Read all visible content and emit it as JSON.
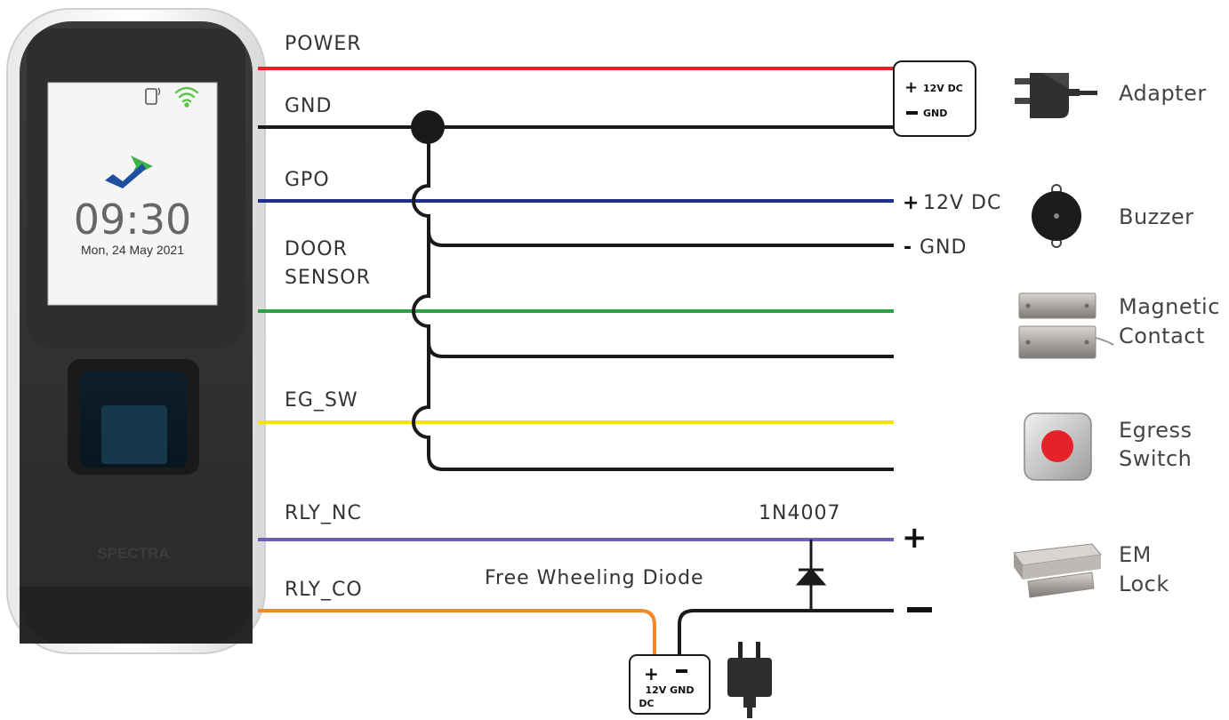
{
  "device": {
    "clock": "09:30",
    "date": "Mon, 24 May 2021",
    "brand": "SPECTRA"
  },
  "wires": {
    "power": "POWER",
    "gnd": "GND",
    "gpo": "GPO",
    "door_sensor_1": "DOOR",
    "door_sensor_2": "SENSOR",
    "eg_sw": "EG_SW",
    "rly_nc": "RLY_NC",
    "rly_co": "RLY_CO"
  },
  "adapter_terminal": {
    "plus_label": "12V DC",
    "minus_label": "GND"
  },
  "buzzer_terminal": {
    "plus_label": "12V DC",
    "minus_label": "GND"
  },
  "diode": {
    "part": "1N4007",
    "description": "Free Wheeling Diode"
  },
  "supply_box": {
    "polarity": "+ -",
    "line1": "12V GND",
    "line2": "DC"
  },
  "em_terminal": {
    "plus": "+",
    "minus": "−"
  },
  "devices": {
    "adapter": "Adapter",
    "buzzer": "Buzzer",
    "magnetic_1": "Magnetic",
    "magnetic_2": "Contact",
    "egress_1": "Egress",
    "egress_2": "Switch",
    "em_1": "EM",
    "em_2": "Lock"
  },
  "colors": {
    "power": "#e52129",
    "gnd": "#1a1a1a",
    "gpo": "#1f2f8a",
    "door": "#2ca046",
    "egress": "#f5e400",
    "rly_nc": "#6a5fb8",
    "rly_co": "#f0892a",
    "wifi": "#5cc24a"
  }
}
